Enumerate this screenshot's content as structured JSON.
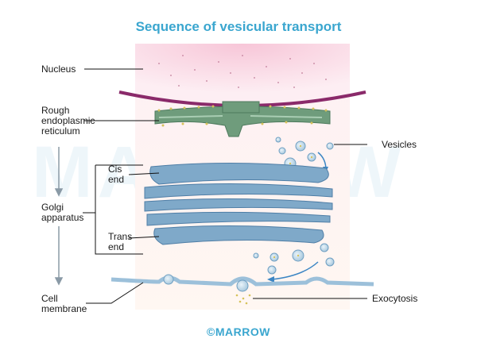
{
  "title": "Sequence of vesicular transport",
  "watermark": "MARROW",
  "footer": "©MARROW",
  "labels": {
    "nucleus": "Nucleus",
    "rer_line1": "Rough",
    "rer_line2": "endoplasmic",
    "rer_line3": "reticulum",
    "vesicles": "Vesicles",
    "cis_line1": "Cis",
    "cis_line2": "end",
    "golgi_line1": "Golgi",
    "golgi_line2": "apparatus",
    "trans_line1": "Trans",
    "trans_line2": "end",
    "cell_line1": "Cell",
    "cell_line2": "membrane",
    "exocytosis": "Exocytosis"
  },
  "colors": {
    "title": "#3aa6cf",
    "nucleus_envelope": "#8a2a6a",
    "er": "#5d8f6e",
    "golgi": "#6f9fc2",
    "membrane": "#8fb6d3"
  }
}
